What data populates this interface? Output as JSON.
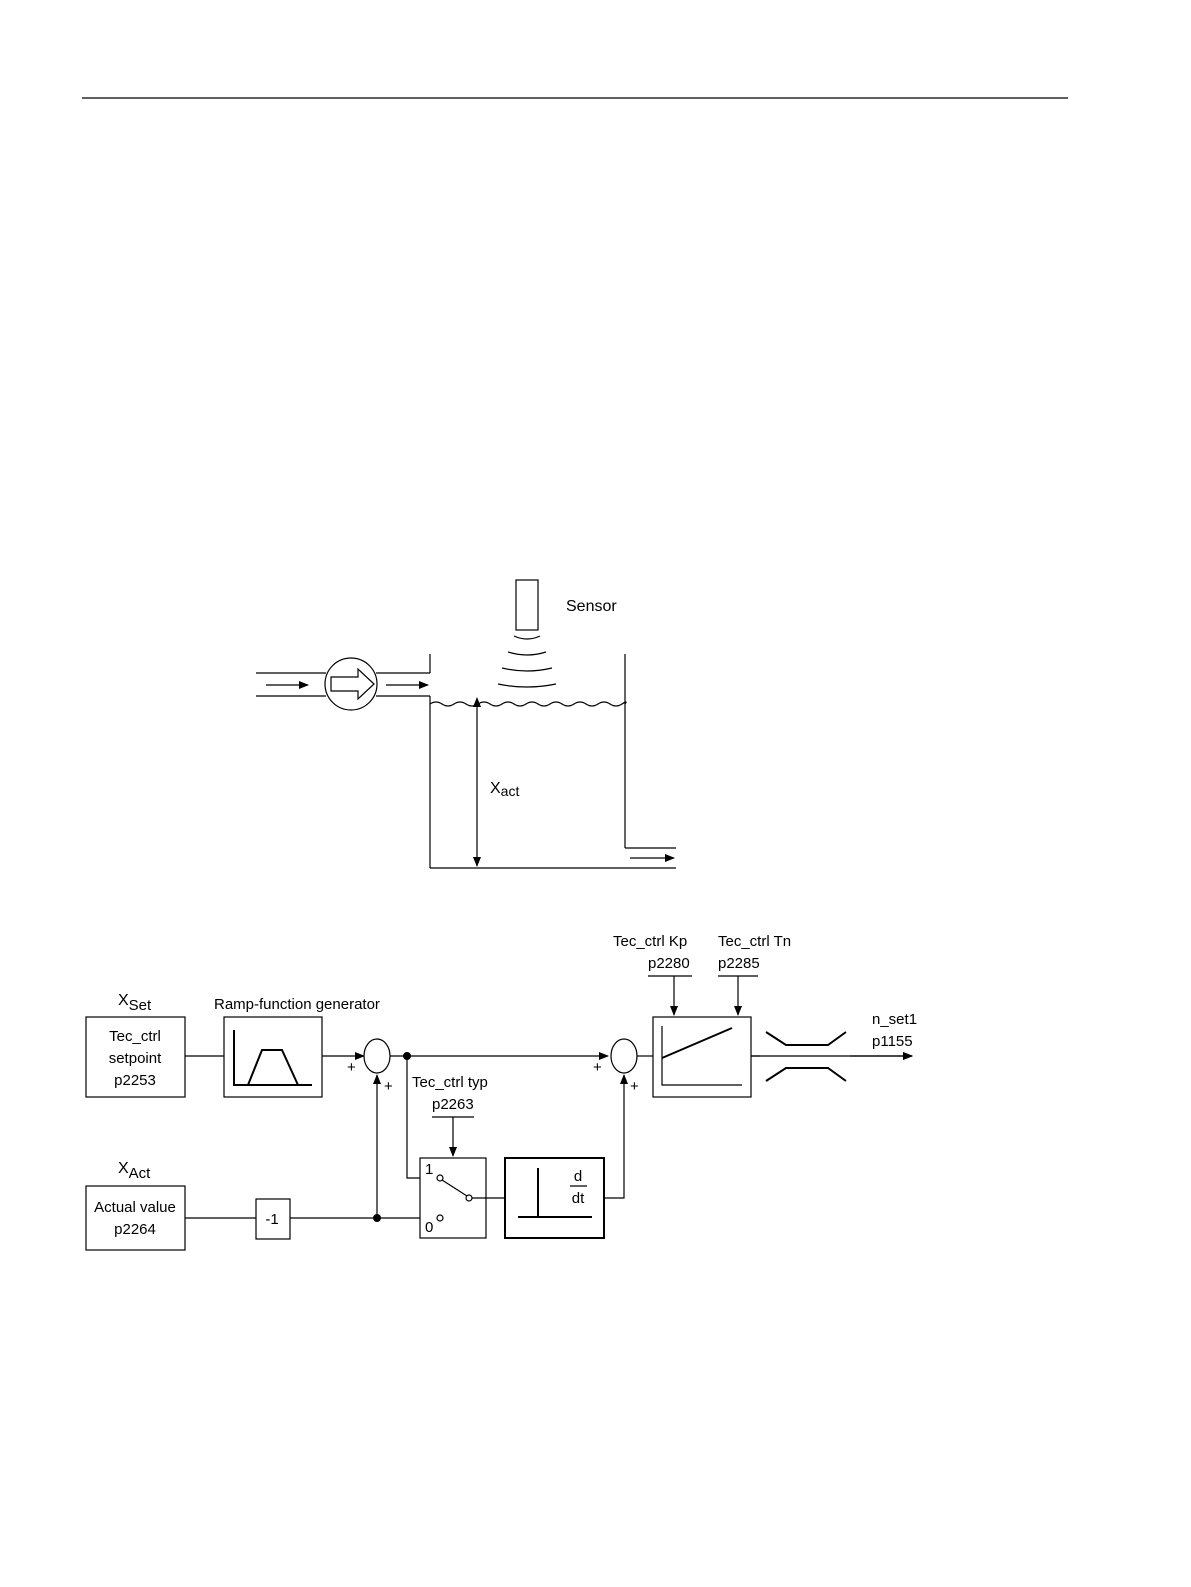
{
  "tank": {
    "sensor_label": "Sensor",
    "level_label": "X",
    "level_sub": "act"
  },
  "block_diagram": {
    "xset_label": "X",
    "xset_sub": "Set",
    "xact_label": "X",
    "xact_sub": "Act",
    "setpoint_box": [
      "Tec_ctrl",
      "setpoint",
      "p2253"
    ],
    "actual_box": [
      "Actual value",
      "p2264"
    ],
    "ramp_label": "Ramp-function generator",
    "inverter_label": "-1",
    "typ_label": "Tec_ctrl typ",
    "typ_param": "p2263",
    "switch_pos1": "1",
    "switch_pos0": "0",
    "deriv_num": "d",
    "deriv_den": "dt",
    "kp_label": "Tec_ctrl Kp",
    "kp_param": "p2280",
    "tn_label": "Tec_ctrl Tn",
    "tn_param": "p2285",
    "output_label": "n_set1",
    "output_param": "p1155",
    "plus": "+"
  }
}
